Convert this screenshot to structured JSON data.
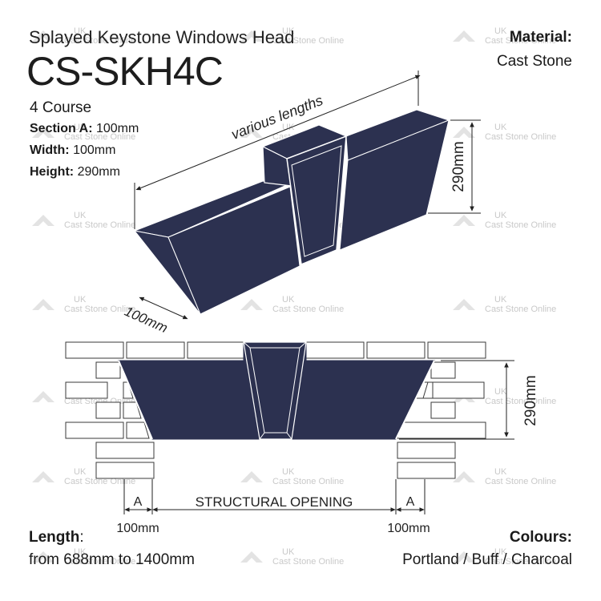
{
  "header": {
    "subtitle": "Splayed Keystone Windows Head",
    "code": "CS-SKH4C",
    "course": "4 Course",
    "specs": [
      {
        "label": "Section A:",
        "value": "100mm"
      },
      {
        "label": "Width:",
        "value": "100mm"
      },
      {
        "label": "Height:",
        "value": "290mm"
      }
    ]
  },
  "material": {
    "label": "Material:",
    "value": "Cast Stone"
  },
  "length": {
    "label": "Length",
    "colon": ":",
    "value": "from 688mm to 1400mm"
  },
  "colours": {
    "label": "Colours:",
    "value": "Portland / Buff / Charcoal"
  },
  "diagram": {
    "various_lengths": "various lengths",
    "height_3d": "290mm",
    "depth_3d": "100mm",
    "height_front": "290mm",
    "opening_label": "STRUCTURAL OPENING",
    "section_left": "A",
    "section_right": "A",
    "dim_left": "100mm",
    "dim_right": "100mm"
  },
  "watermark": {
    "small": "UK",
    "text": "Cast Stone Online"
  },
  "colors": {
    "stone": "#2c3150",
    "line": "#222222",
    "brick_stroke": "#3a3a3a"
  }
}
